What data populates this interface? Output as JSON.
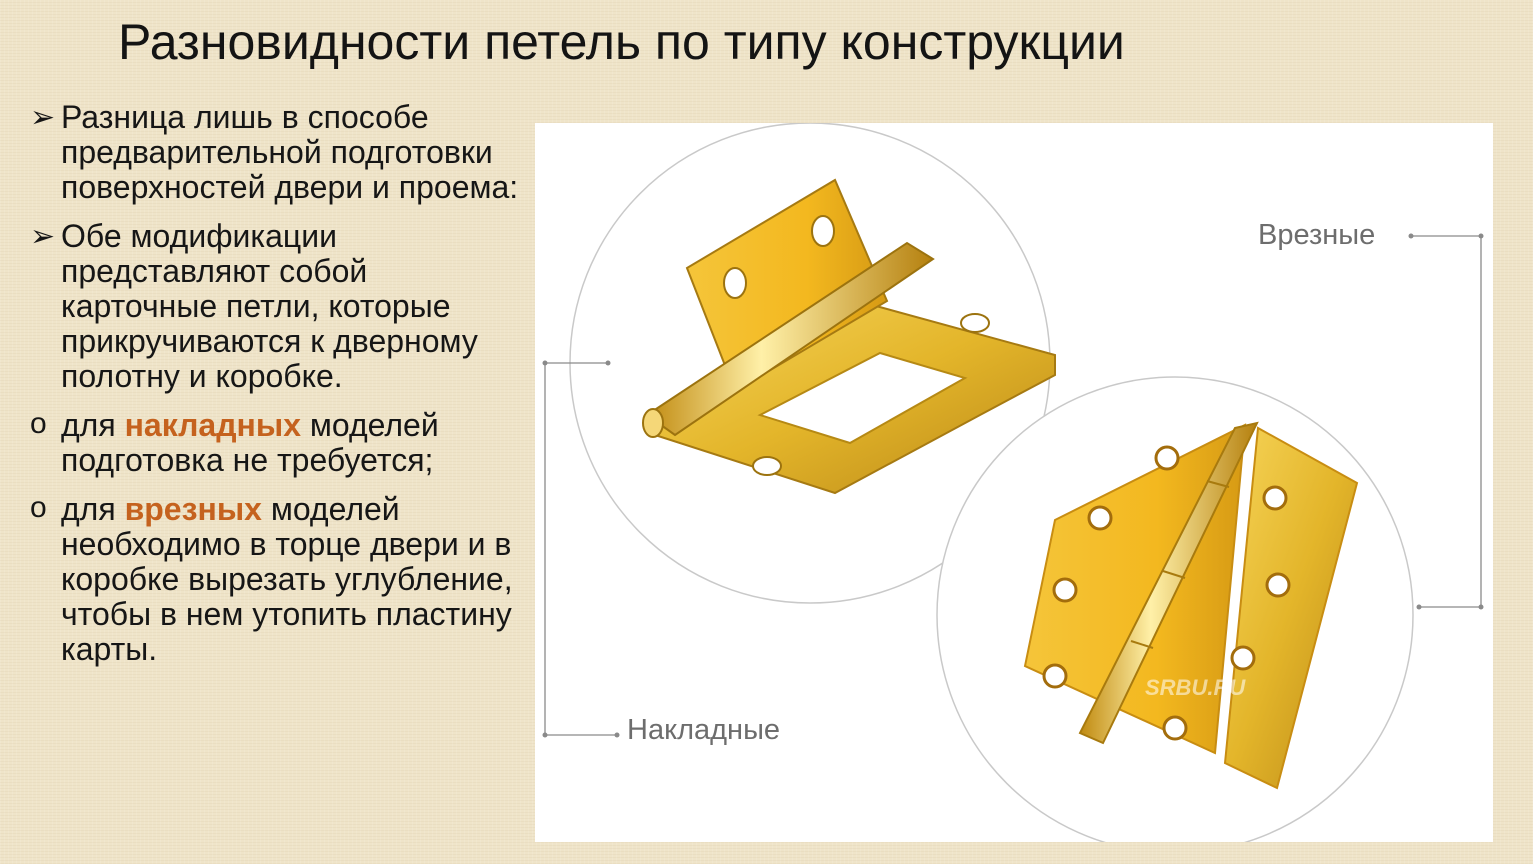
{
  "title": "Разновидности петель по типу конструкции",
  "bullets": [
    {
      "marker": "➢",
      "text": "Разница лишь в способе предварительной подготовки поверхностей двери и проема:"
    },
    {
      "marker": "➢",
      "text": "Обе модификации представляют собой карточные петли, которые прикручиваются к дверному полотну и коробке."
    }
  ],
  "subbullets": [
    {
      "marker": "o",
      "pre": "для ",
      "highlight": "накладных",
      "post": " моделей подготовка не требуется;"
    },
    {
      "marker": "o",
      "pre": "для ",
      "highlight": "врезных",
      "post": " моделей необходимо в торце двери и в коробке вырезать углубление, чтобы в нем утопить пластину карты."
    }
  ],
  "figure": {
    "label_top": "Врезные",
    "label_bottom": "Накладные",
    "watermark": "SRBU.RU"
  },
  "colors": {
    "background": "#efe4c9",
    "highlight": "#c5621e",
    "brass": "#e3b52a"
  }
}
